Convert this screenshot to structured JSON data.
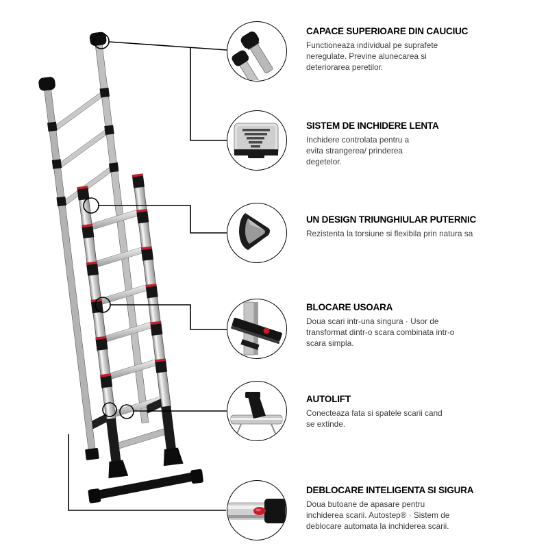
{
  "title": "Telescopic ladder features infographic",
  "features": [
    {
      "heading": "CAPACE SUPERIOARE DIN CAUCIUC",
      "body": "Functioneaza individual pe suprafete neregulate. Previne alunecarea si deteriorarea peretilor.",
      "icon": "top-rubber-caps-icon"
    },
    {
      "heading": "SISTEM DE INCHIDERE LENTA",
      "body": "Inchidere controlata pentru a evita strangerea/ prinderea degetelor.",
      "icon": "soft-close-system-icon"
    },
    {
      "heading": "UN DESIGN TRIUNGHIULAR PUTERNIC",
      "body": "Rezistenta la torsiune si flexibila prin natura sa",
      "icon": "triangular-profile-icon"
    },
    {
      "heading": "BLOCARE USOARA",
      "body": "Doua scari intr-una singura · Usor de transformat dintr-o scara combinata intr-o scara simpla.",
      "icon": "easy-lock-icon"
    },
    {
      "heading": "AUTOLIFT",
      "body": "Conecteaza fata si spatele scarii cand se extinde.",
      "icon": "autolift-icon"
    },
    {
      "heading": "DEBLOCARE INTELIGENTA SI SIGURA",
      "body": "Doua butoane de apasare pentru inchiderea scarii. Autostep® · Sistem de deblocare automata la inchiderea scarii.",
      "icon": "smart-release-icon"
    }
  ],
  "colors": {
    "background": "#ffffff",
    "line": "#000000",
    "accent_red": "#c21f2a",
    "metal_light": "#d6d6d6",
    "metal_dark": "#1a1a1a"
  }
}
